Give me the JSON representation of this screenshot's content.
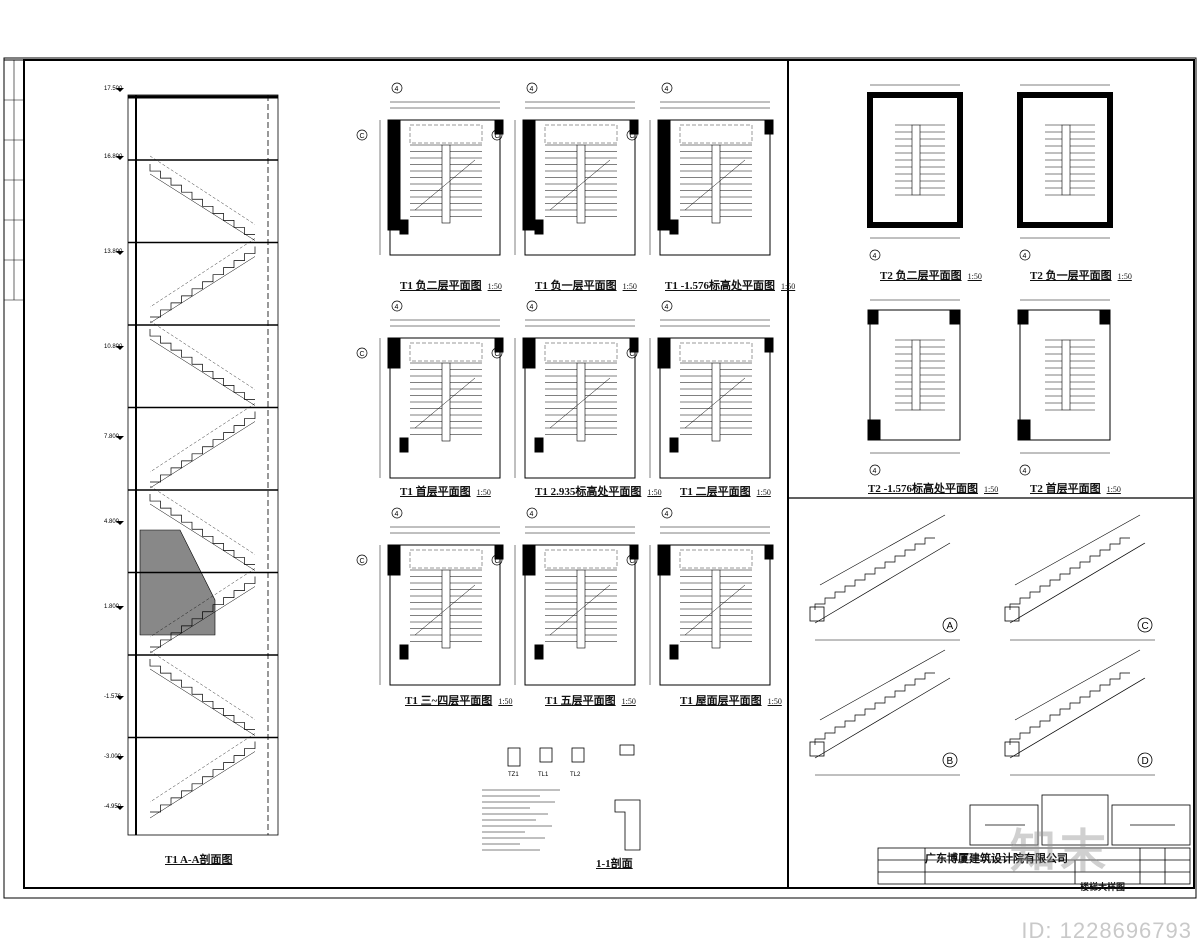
{
  "section": {
    "caption": "T1 A-A剖面图",
    "elevations": [
      "17.500",
      "16.800",
      "13.800",
      "10.800",
      "7.800",
      "4.800",
      "1.800",
      "-1.576",
      "-3.000",
      "-4.950"
    ]
  },
  "plans": [
    {
      "caption": "T1 负二层平面图",
      "scale": "1:50"
    },
    {
      "caption": "T1 负一层平面图",
      "scale": "1:50"
    },
    {
      "caption": "T1 -1.576标高处平面图",
      "scale": "1:50"
    },
    {
      "caption": "T1 首层平面图",
      "scale": "1:50"
    },
    {
      "caption": "T1 2.935标高处平面图",
      "scale": "1:50"
    },
    {
      "caption": "T1 二层平面图",
      "scale": "1:50"
    },
    {
      "caption": "T1 三~四层平面图",
      "scale": "1:50"
    },
    {
      "caption": "T1 五层平面图",
      "scale": "1:50"
    },
    {
      "caption": "T1 屋面层平面图",
      "scale": "1:50"
    },
    {
      "caption": "T2 负二层平面图",
      "scale": "1:50"
    },
    {
      "caption": "T2 负一层平面图",
      "scale": "1:50"
    },
    {
      "caption": "T2 -1.576标高处平面图",
      "scale": "1:50"
    },
    {
      "caption": "T2 首层平面图",
      "scale": "1:50"
    }
  ],
  "axes": {
    "a4": "4",
    "c": "C"
  },
  "details": {
    "labels": [
      "A",
      "B",
      "C",
      "D"
    ],
    "beams": [
      "TZ1",
      "TL1",
      "TL2"
    ],
    "section_caption": "1-1剖面"
  },
  "title_block": {
    "company": "广东博厦建筑设计院有限公司",
    "drawing_title": "楼梯大样图"
  },
  "watermark": {
    "logo_text": "知末",
    "id_text": "ID: 1228696793"
  }
}
